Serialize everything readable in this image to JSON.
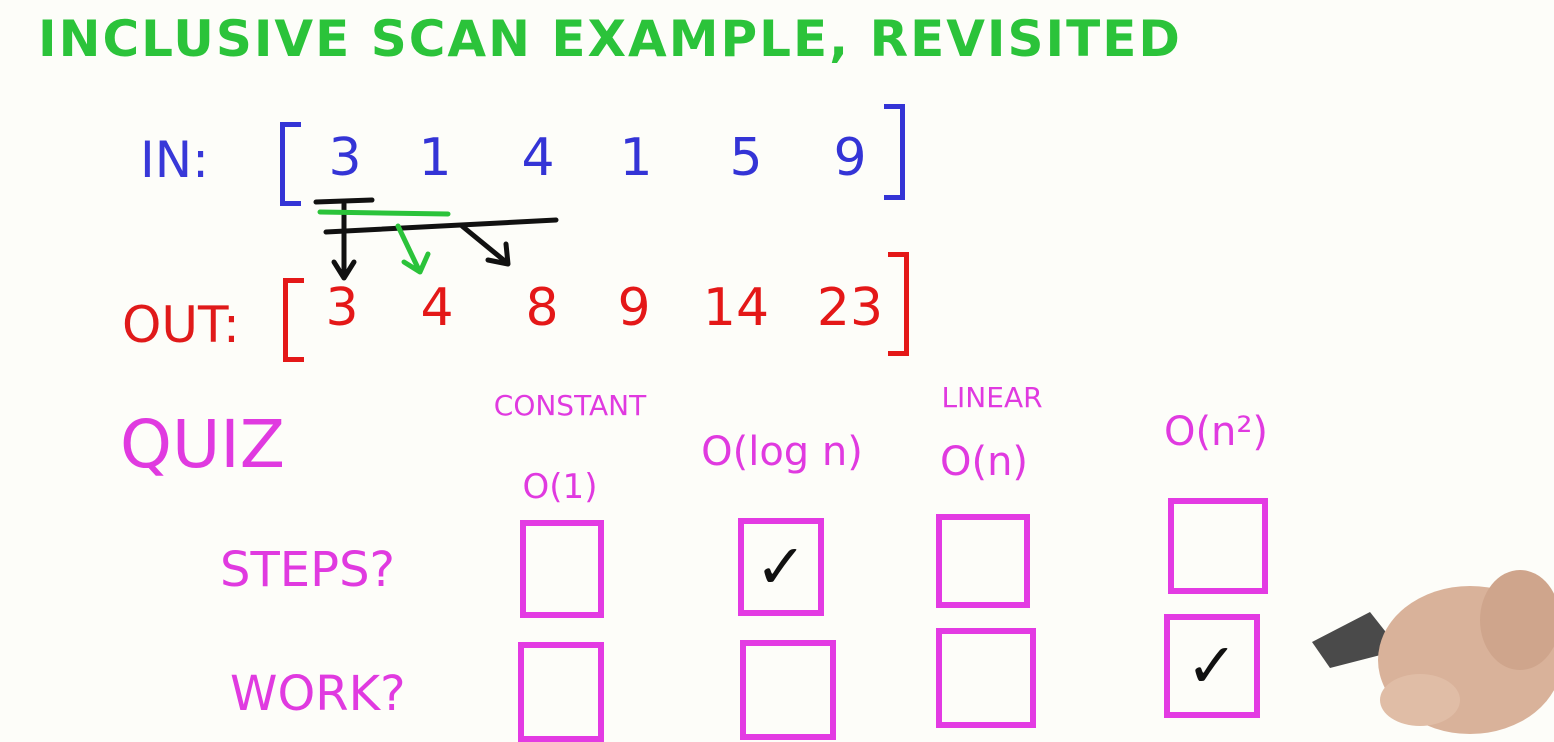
{
  "title": "INCLUSIVE SCAN EXAMPLE, REVISITED",
  "input": {
    "label": "IN:",
    "values": [
      "3",
      "1",
      "4",
      "1",
      "5",
      "9"
    ]
  },
  "output": {
    "label": "OUT:",
    "values": [
      "3",
      "4",
      "8",
      "9",
      "14",
      "23"
    ]
  },
  "quiz": {
    "label": "QUIZ",
    "columns": [
      {
        "name": "CONSTANT",
        "notation": "O(1)"
      },
      {
        "name": "",
        "notation": "O(log n)"
      },
      {
        "name": "LINEAR",
        "notation": "O(n)"
      },
      {
        "name": "",
        "notation": "O(n²)"
      }
    ],
    "rows": [
      {
        "label": "STEPS?",
        "checked_column": 1
      },
      {
        "label": "WORK?",
        "checked_column": 3
      }
    ],
    "check_mark": "✓"
  },
  "colors": {
    "title": "#2bc33a",
    "input": "#3434d6",
    "output": "#e41818",
    "quiz": "#e03ae0",
    "check": "#111111"
  }
}
